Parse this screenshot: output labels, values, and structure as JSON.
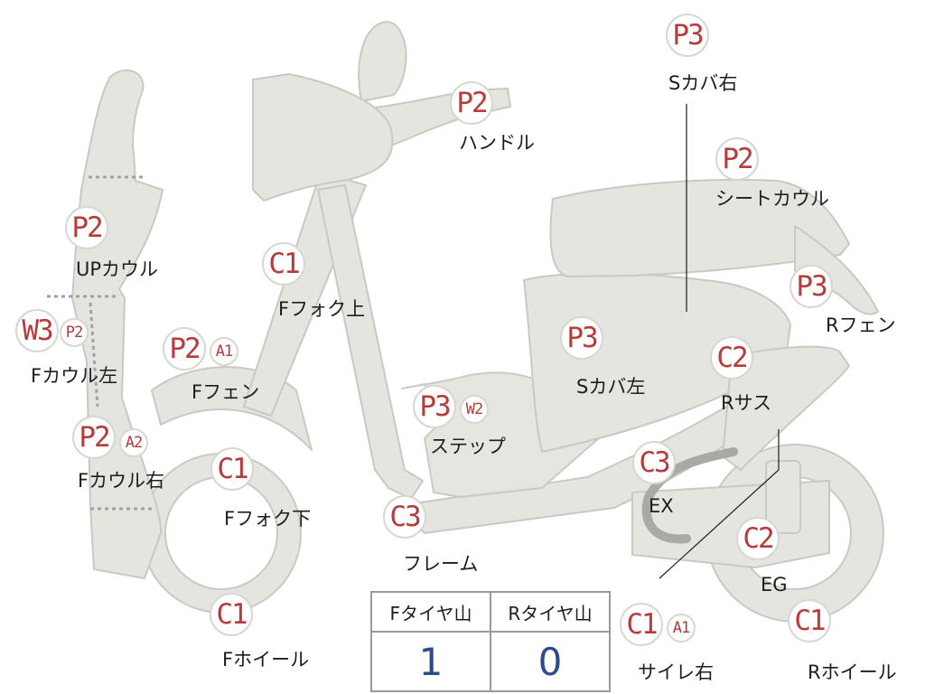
{
  "parts": [
    {
      "id": "handle",
      "badges": [
        "P2"
      ],
      "label": "ハンドル"
    },
    {
      "id": "s-cover-right",
      "badges": [
        "P3"
      ],
      "label": "Sカバ右"
    },
    {
      "id": "seat-cowl",
      "badges": [
        "P2"
      ],
      "label": "シートカウル"
    },
    {
      "id": "up-cowl",
      "badges": [
        "P2"
      ],
      "label": "UPカウル"
    },
    {
      "id": "f-fork-upper",
      "badges": [
        "C1"
      ],
      "label": "Fフォク上"
    },
    {
      "id": "r-fender",
      "badges": [
        "P3"
      ],
      "label": "Rフェン"
    },
    {
      "id": "f-cowl-left",
      "badges": [
        "W3",
        "P2"
      ],
      "label": "Fカウル左"
    },
    {
      "id": "f-fender",
      "badges": [
        "P2",
        "A1"
      ],
      "label": "Fフェン"
    },
    {
      "id": "s-cover-left",
      "badges": [
        "P3"
      ],
      "label": "Sカバ左"
    },
    {
      "id": "r-sus",
      "badges": [
        "C2"
      ],
      "label": "Rサス"
    },
    {
      "id": "step",
      "badges": [
        "P3",
        "W2"
      ],
      "label": "ステップ"
    },
    {
      "id": "f-cowl-right",
      "badges": [
        "P2",
        "A2"
      ],
      "label": "Fカウル右"
    },
    {
      "id": "f-fork-lower",
      "badges": [
        "C1"
      ],
      "label": "Fフォク下"
    },
    {
      "id": "ex",
      "badges": [
        "C3"
      ],
      "label": "EX"
    },
    {
      "id": "frame",
      "badges": [
        "C3"
      ],
      "label": "フレーム"
    },
    {
      "id": "eg",
      "badges": [
        "C2"
      ],
      "label": "EG"
    },
    {
      "id": "f-wheel",
      "badges": [
        "C1"
      ],
      "label": "Fホイール"
    },
    {
      "id": "silencer-right",
      "badges": [
        "C1",
        "A1"
      ],
      "label": "サイレ右"
    },
    {
      "id": "r-wheel",
      "badges": [
        "C1"
      ],
      "label": "Rホイール"
    }
  ],
  "tire_table": {
    "headers": [
      "Fタイヤ山",
      "Rタイヤ山"
    ],
    "values": [
      "1",
      "0"
    ]
  },
  "colors": {
    "part_fill": "#e5e5e0",
    "part_stroke": "#c9c9c4",
    "badge_text": "#b83a3a",
    "table_value": "#2c4a8c"
  }
}
